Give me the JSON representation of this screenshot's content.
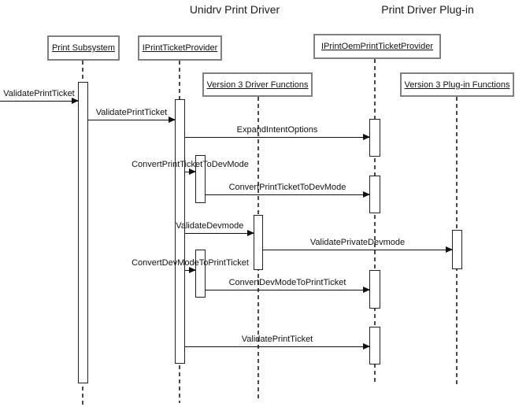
{
  "diagram": {
    "type": "uml-sequence-diagram",
    "section_titles": [
      {
        "label": "Unidrv Print Driver"
      },
      {
        "label": "Print Driver Plug-in"
      }
    ],
    "lifelines": [
      {
        "label": "Print Subsystem"
      },
      {
        "label": "IPrintTicketProvider"
      },
      {
        "label": "Version 3 Driver Functions"
      },
      {
        "label": "IPrintOemPrintTicketProvider"
      },
      {
        "label": "Version 3 Plug-in Functions"
      }
    ],
    "messages": [
      {
        "label": "ValidatePrintTicket",
        "from": "(external)",
        "to": "Print Subsystem"
      },
      {
        "label": "ValidatePrintTicket",
        "from": "Print Subsystem",
        "to": "IPrintTicketProvider"
      },
      {
        "label": "ExpandIntentOptions",
        "from": "IPrintTicketProvider",
        "to": "IPrintOemPrintTicketProvider"
      },
      {
        "label": "ConvertPrintTicketToDevMode",
        "from": "IPrintTicketProvider",
        "to": "IPrintTicketProvider"
      },
      {
        "label": "ConvertPrintTicketToDevMode",
        "from": "IPrintTicketProvider",
        "to": "IPrintOemPrintTicketProvider"
      },
      {
        "label": "ValidateDevmode",
        "from": "IPrintTicketProvider",
        "to": "Version 3 Driver Functions"
      },
      {
        "label": "ValidatePrivateDevmode",
        "from": "Version 3 Driver Functions",
        "to": "Version 3 Plug-in Functions"
      },
      {
        "label": "ConvertDevModeToPrintTicket",
        "from": "IPrintTicketProvider",
        "to": "IPrintTicketProvider"
      },
      {
        "label": "ConvertDevModeToPrintTicket",
        "from": "IPrintTicketProvider",
        "to": "IPrintOemPrintTicketProvider"
      },
      {
        "label": "ValidatePrintTicket",
        "from": "IPrintTicketProvider",
        "to": "IPrintOemPrintTicketProvider"
      }
    ],
    "colors": {
      "background": "#ffffff",
      "box_border": "#808080",
      "line": "#111111",
      "lifeline_dash": "#4a4a4a"
    }
  }
}
